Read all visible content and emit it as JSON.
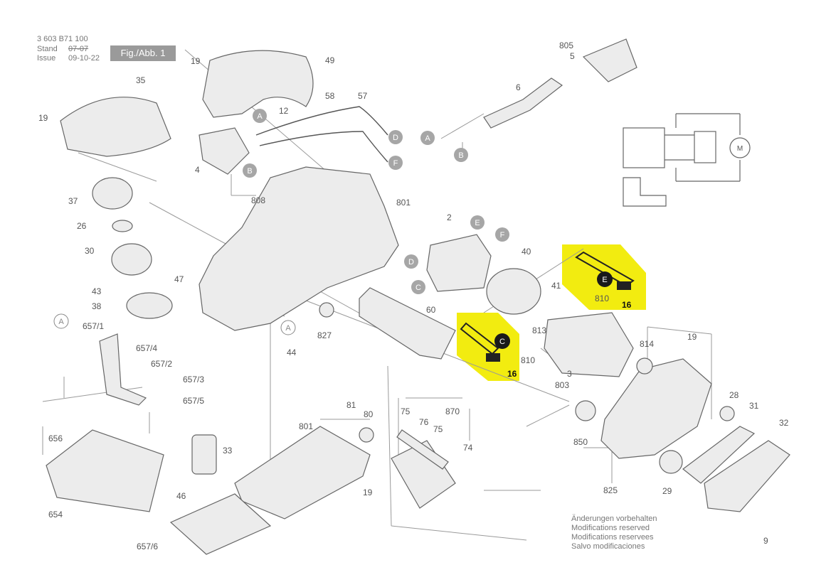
{
  "header": {
    "part_number": "3 603 B71 100",
    "stand_label": "Stand",
    "issue_label": "Issue",
    "stand_date_struck": "07-07",
    "issue_date": "09-10-22",
    "figure_label": "Fig./Abb. 1"
  },
  "notes": {
    "line1": "Änderungen vorbehalten",
    "line2": "Modifications reserved",
    "line3": "Modifications reservees",
    "line4": "Salvo modificaciones"
  },
  "part_labels": {
    "p19a": "19",
    "p49": "49",
    "p35": "35",
    "p19b": "19",
    "p12": "12",
    "p58": "58",
    "p57": "57",
    "p4": "4",
    "p805": "805",
    "p5": "5",
    "p6": "6",
    "p808": "808",
    "p801a": "801",
    "p37": "37",
    "p26": "26",
    "p30": "30",
    "p47": "47",
    "p43": "43",
    "p38": "38",
    "p2": "2",
    "p40": "40",
    "p41": "41",
    "p810a": "810",
    "p16a": "16",
    "p60": "60",
    "p827": "827",
    "p44": "44",
    "p657_1": "657/1",
    "p657_4": "657/4",
    "p657_2": "657/2",
    "p657_3": "657/3",
    "p657_5": "657/5",
    "p813": "813",
    "p810b": "810",
    "p16b": "16",
    "p3": "3",
    "p803": "803",
    "p814": "814",
    "p19c": "19",
    "p656": "656",
    "p33": "33",
    "p81": "81",
    "p80": "80",
    "p801b": "801",
    "p75a": "75",
    "p870": "870",
    "p76": "76",
    "p75b": "75",
    "p74": "74",
    "p850": "850",
    "p28": "28",
    "p31": "31",
    "p32": "32",
    "p46": "46",
    "p19d": "19",
    "p825": "825",
    "p29": "29",
    "p654": "654",
    "p657_6": "657/6",
    "p9": "9"
  },
  "callouts": {
    "A": "A",
    "B": "B",
    "C": "C",
    "D": "D",
    "E": "E",
    "F": "F"
  },
  "motor_symbol": "M",
  "colors": {
    "highlight": "#f2ec10",
    "callout_fill": "#a6a6a6",
    "callout_dark": "#1a1a1a",
    "line": "#888888"
  }
}
